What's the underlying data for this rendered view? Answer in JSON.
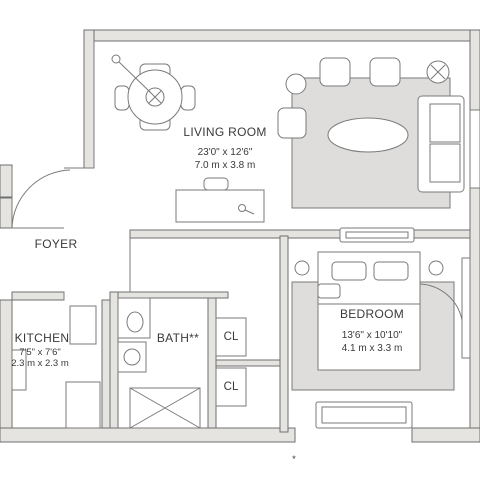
{
  "rooms": {
    "living": {
      "name": "LIVING ROOM",
      "dim_imperial": "23'0\" x 12'6\"",
      "dim_metric": "7.0 m x 3.8 m"
    },
    "bedroom": {
      "name": "BEDROOM",
      "dim_imperial": "13'6\" x 10'10\"",
      "dim_metric": "4.1 m x 3.3 m"
    },
    "kitchen": {
      "name": "KITCHEN",
      "dim_imperial": "7'5\" x 7'6\"",
      "dim_metric": "2.3 m x 2.3 m"
    },
    "foyer": {
      "name": "FOYER"
    },
    "bath": {
      "name": "BATH**"
    },
    "closet_1": {
      "name": "CL"
    },
    "closet_2": {
      "name": "CL"
    }
  },
  "footnote_mark": "*",
  "colors": {
    "wall_fill": "#e6e4e1",
    "wall_stroke": "#6f6f6f",
    "rug_fill": "#dedddb",
    "line": "#7a7a7a"
  }
}
